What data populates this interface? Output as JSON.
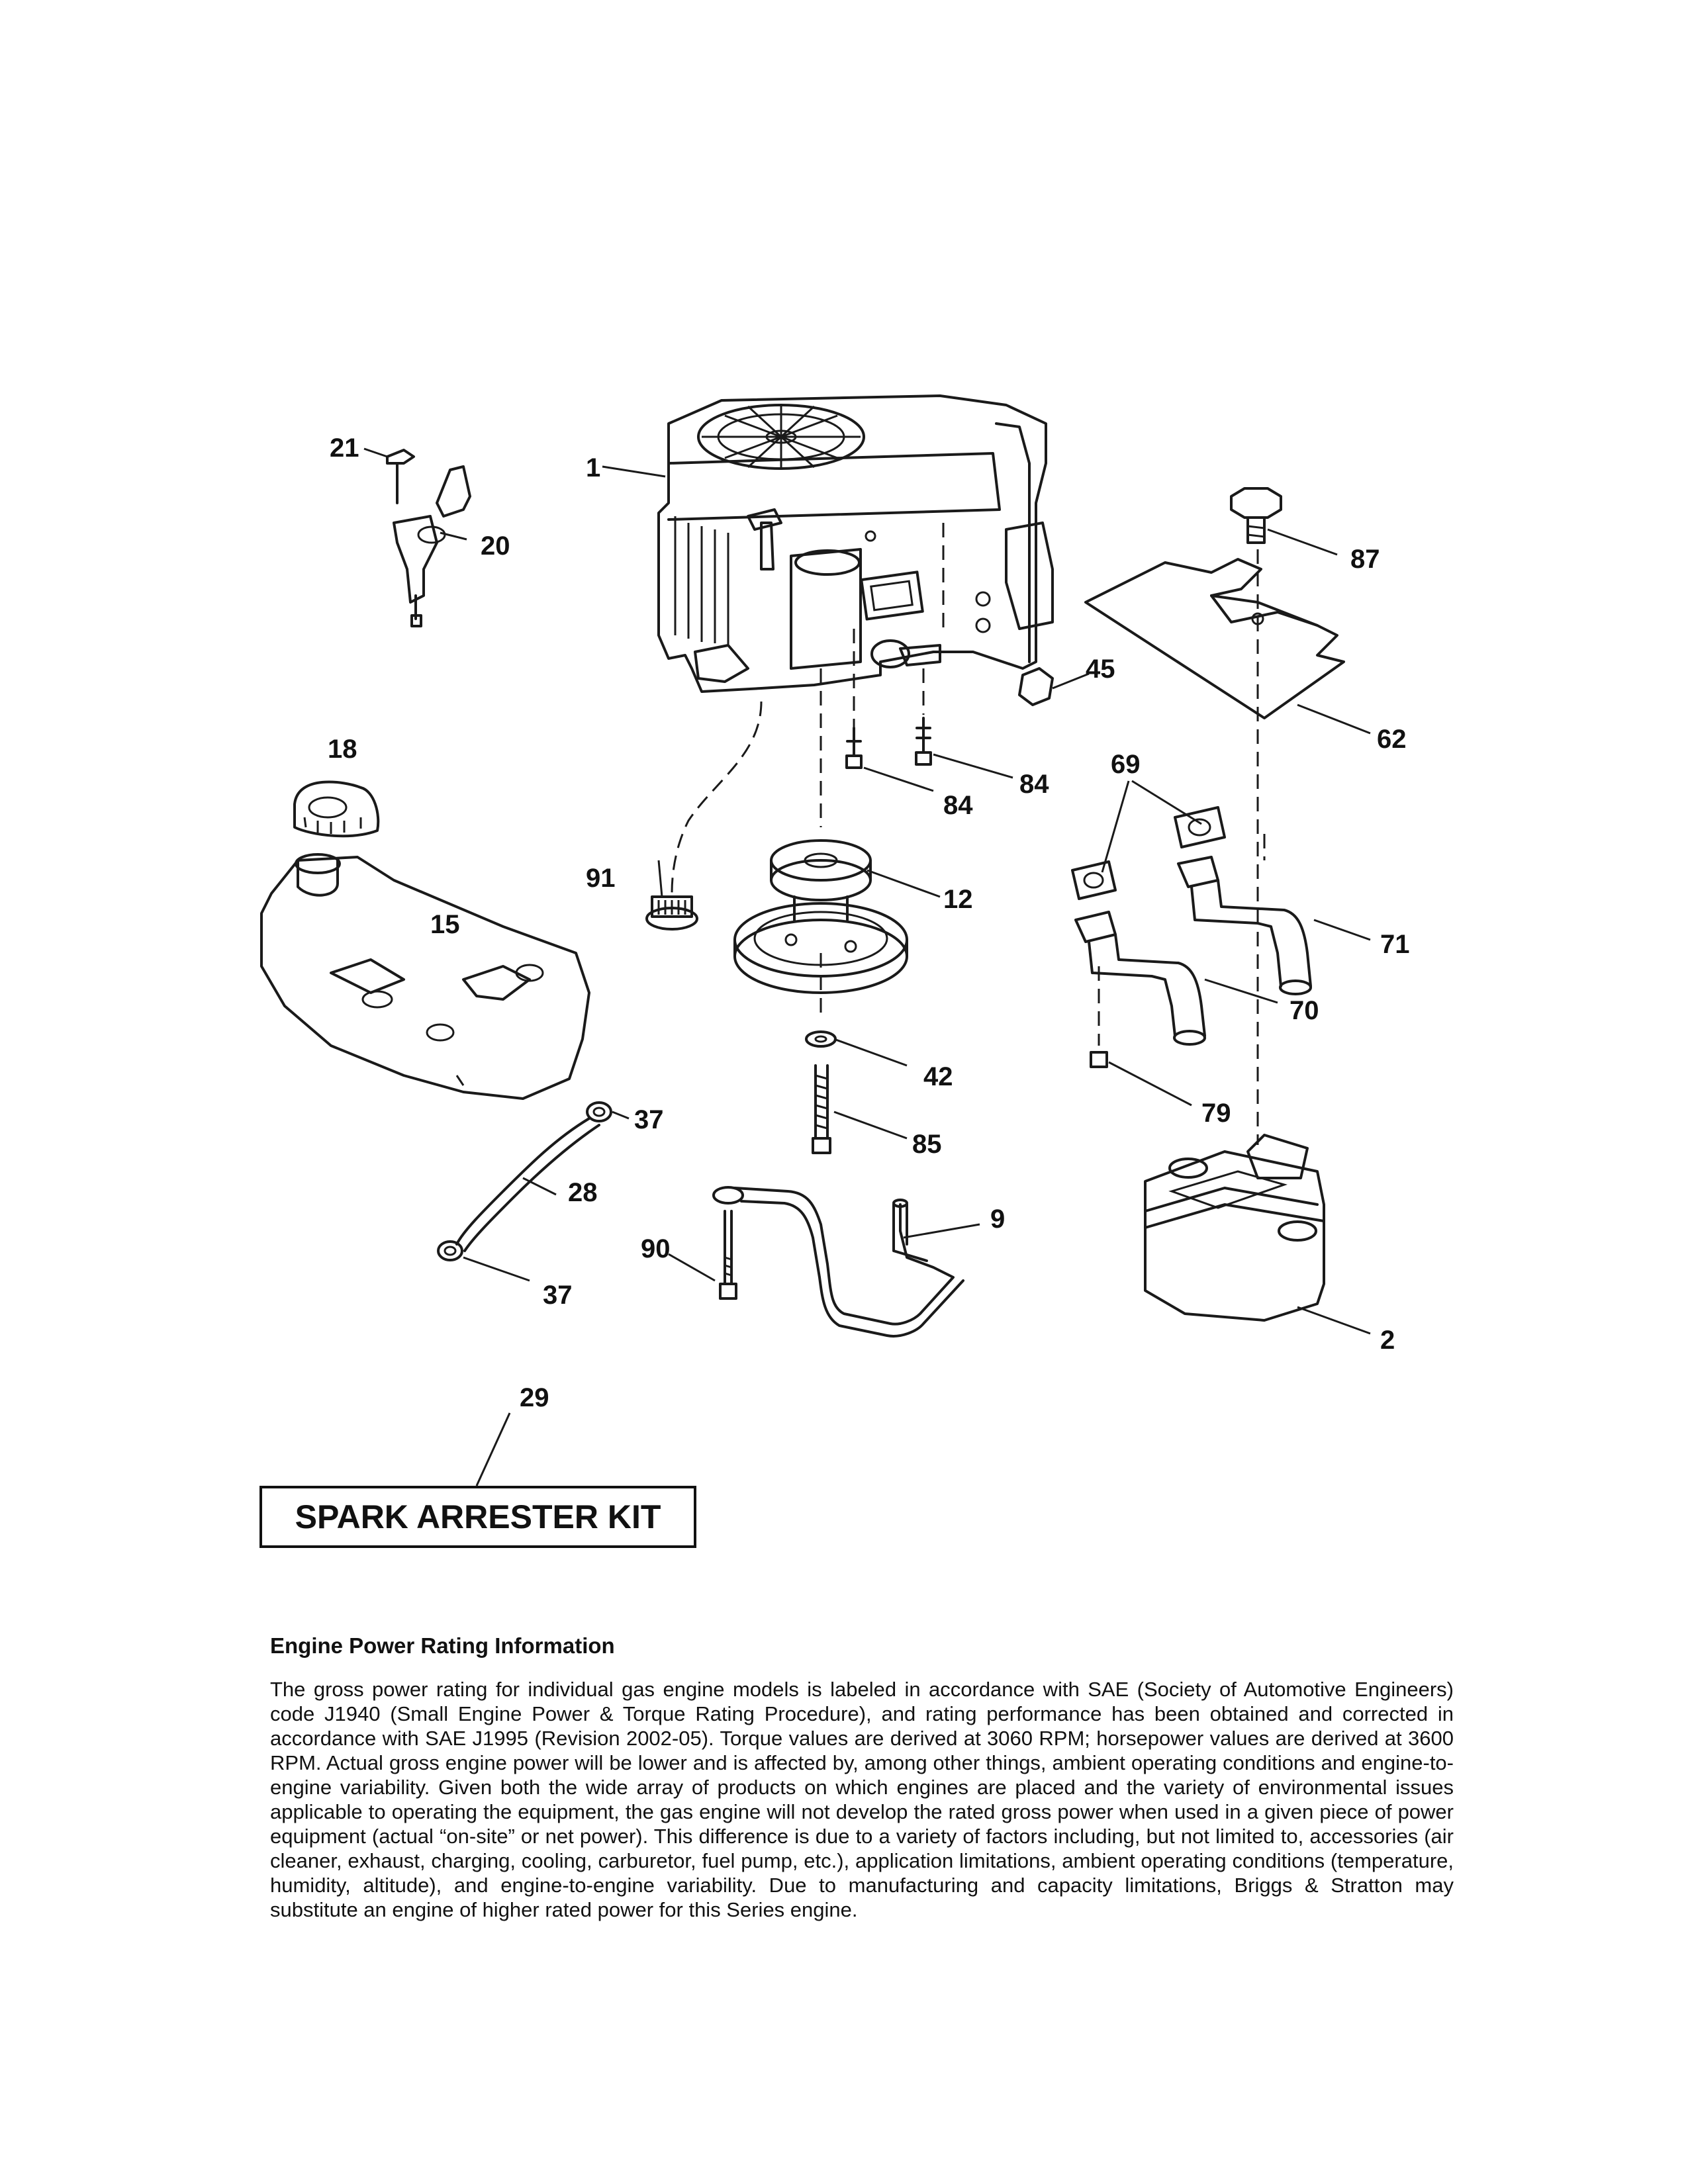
{
  "callouts": {
    "p1": "1",
    "p2": "2",
    "p9": "9",
    "p12": "12",
    "p15": "15",
    "p18": "18",
    "p20": "20",
    "p21": "21",
    "p28": "28",
    "p29": "29",
    "p37a": "37",
    "p37b": "37",
    "p42": "42",
    "p45": "45",
    "p62": "62",
    "p69": "69",
    "p70": "70",
    "p71": "71",
    "p79": "79",
    "p84a": "84",
    "p84b": "84",
    "p85": "85",
    "p87": "87",
    "p90": "90",
    "p91": "91"
  },
  "kit_label": "SPARK ARRESTER KIT",
  "note": {
    "title": "Engine Power Rating Information",
    "body": "The gross power rating for individual gas engine models is labeled in accordance with SAE (Society of Automotive Engineers) code J1940 (Small Engine Power & Torque Rating Procedure), and rating performance has been obtained and corrected in accordance with SAE J1995 (Revision 2002-05). Torque values are derived at 3060 RPM; horsepower values are derived at 3600 RPM. Actual gross engine power will be lower and is affected by, among other things, ambient operating conditions and engine-to-engine variability. Given both the wide array of products on which engines are placed and the variety of environmental issues applicable to operating the equipment, the gas engine will not develop the rated gross power when used in a given piece of power equipment (actual “on-site” or net power). This difference is due to a variety of factors including, but not limited to, accessories (air cleaner, exhaust, charging, cooling, carburetor, fuel pump, etc.), application limitations, ambient operating conditions (temperature, humidity, altitude), and engine-to-engine variability. Due to manufacturing and capacity limitations, Briggs & Stratton may substitute an engine of higher rated power for this Series engine."
  }
}
